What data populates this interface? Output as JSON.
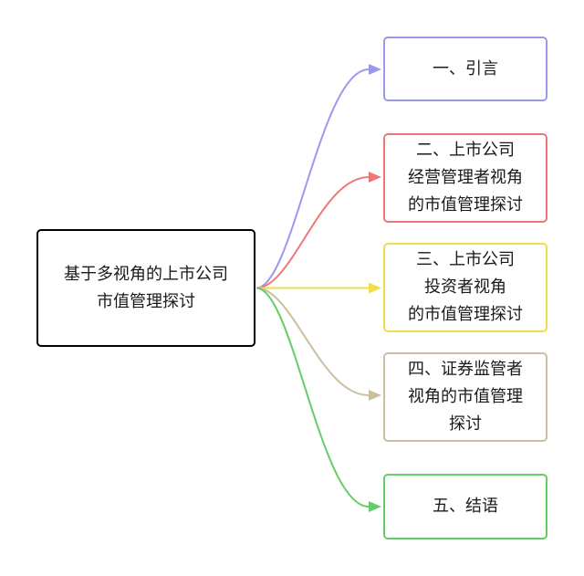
{
  "diagram": {
    "root": {
      "label": "基于多视角的上市公司\n市值管理探讨",
      "border_color": "#000000"
    },
    "children": [
      {
        "id": "intro",
        "label": "一、引言",
        "color": "#9999ee"
      },
      {
        "id": "operator-view",
        "label": "二、上市公司\n经营管理者视角\n的市值管理探讨",
        "color": "#ee7777"
      },
      {
        "id": "investor-view",
        "label": "三、上市公司\n投资者视角\n的市值管理探讨",
        "color": "#f2dc4c"
      },
      {
        "id": "regulator-view",
        "label": "四、证券监管者\n视角的市值管理\n探讨",
        "color": "#cbbf9f"
      },
      {
        "id": "conclusion",
        "label": "五、结语",
        "color": "#66cc66"
      }
    ]
  }
}
